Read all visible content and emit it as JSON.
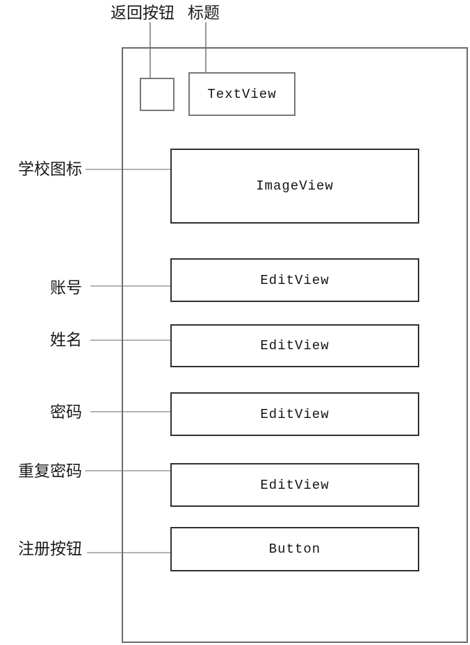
{
  "diagram": {
    "description": "Wireframe annotation diagram of a mobile registration screen",
    "colors": {
      "background": "#ffffff",
      "frame_border": "#6a6a6a",
      "chrome_border": "#767676",
      "widget_border": "#2f2f2f",
      "leader_line_horizontal": "#b2b2b2",
      "leader_line_vertical": "#979797",
      "text": "#1a1a1a"
    },
    "callouts": {
      "back_button": "返回按钮",
      "title": "标题",
      "school_icon": "学校图标",
      "account": "账号",
      "name": "姓名",
      "password": "密码",
      "repeat_password": "重复密码",
      "register_button": "注册按钮"
    },
    "widgets": {
      "back_button": "",
      "title": "TextView",
      "school_icon": "ImageView",
      "account": "EditView",
      "name": "EditView",
      "password": "EditView",
      "repeat_password": "EditView",
      "register_button": "Button"
    }
  }
}
